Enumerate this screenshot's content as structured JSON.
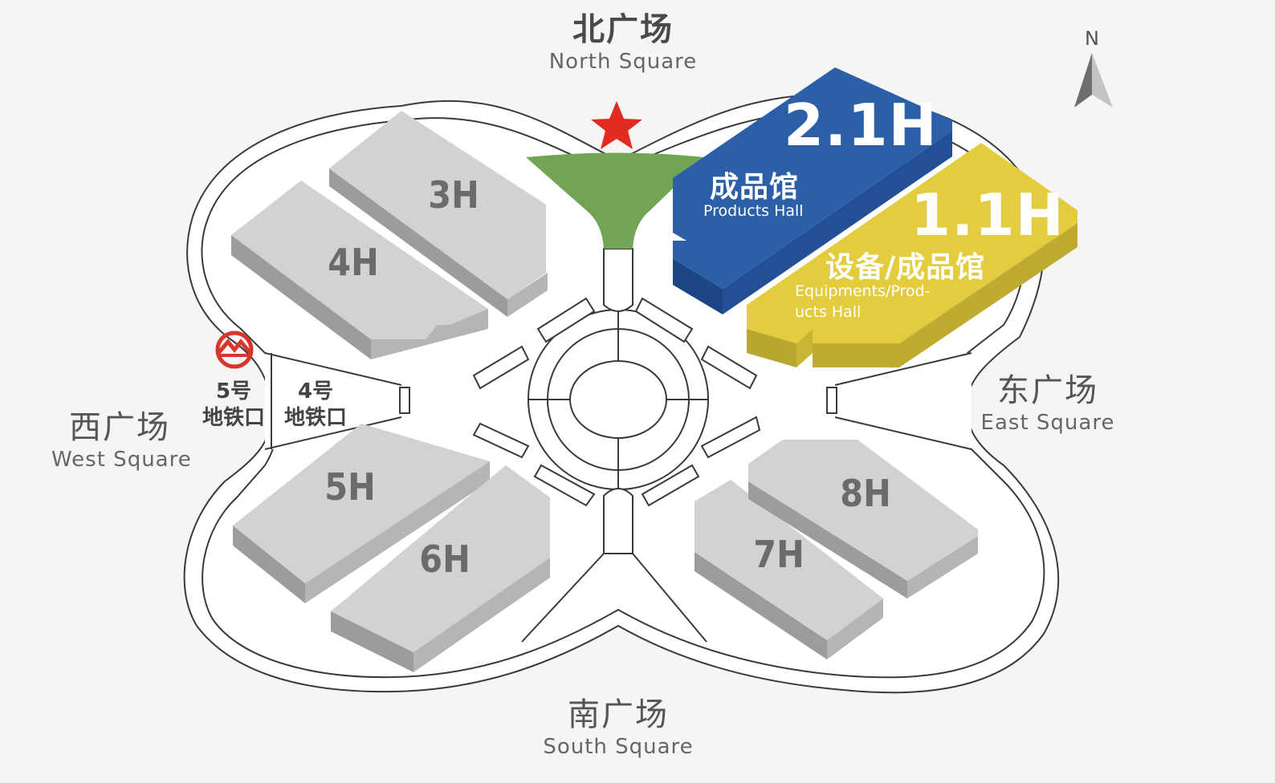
{
  "squares": {
    "north": {
      "cn": "北广场",
      "en": "North Square"
    },
    "south": {
      "cn": "南广场",
      "en": "South Square"
    },
    "east": {
      "cn": "东广场",
      "en": "East Square"
    },
    "west": {
      "cn": "西广场",
      "en": "West Square"
    }
  },
  "halls": {
    "h3": "3H",
    "h4": "4H",
    "h5": "5H",
    "h6": "6H",
    "h7": "7H",
    "h8": "8H"
  },
  "featured": {
    "h21": {
      "num": "2.1H",
      "cn": "成品馆",
      "en": "Products Hall",
      "color": "#2b5fa8"
    },
    "h11": {
      "num": "1.1H",
      "cn": "设备/成品馆",
      "en_line1": "Equipments/Prod-",
      "en_line2": "ucts Hall",
      "color": "#e3cd3f"
    }
  },
  "metro": {
    "line5": {
      "line1": "5号",
      "line2": "地铁口"
    },
    "line4": {
      "line1": "4号",
      "line2": "地铁口"
    },
    "icon": "shanghai-metro-logo-icon",
    "color": "#d9352c"
  },
  "compass": {
    "label": "N",
    "icon": "north-arrow-icon"
  },
  "marker": {
    "icon": "red-star-icon",
    "color": "#e02a22"
  },
  "plaza_color": "#71a454"
}
